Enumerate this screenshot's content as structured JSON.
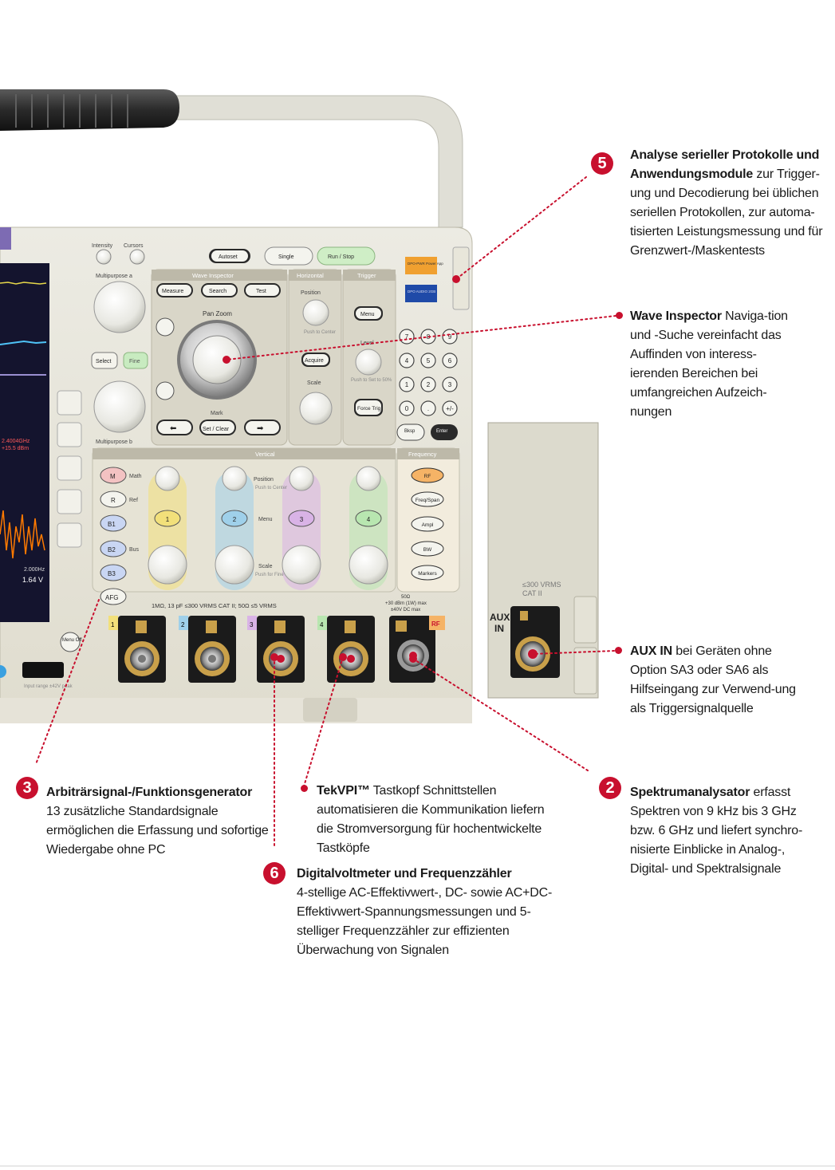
{
  "callouts": {
    "c5": {
      "number": "5",
      "bold": "Analyse serieller Protokolle und Anwendungsmodule",
      "text": " zur Trigger-ung und Decodierung bei üblichen seriellen Protokollen, zur automa-tisierten Leistungsmessung und für Grenzwert-/Maskentests"
    },
    "wave": {
      "bold": "Wave Inspector",
      "text": " Naviga-tion und -Suche vereinfacht das Auffinden von interess-ierenden Bereichen bei umfangreichen Aufzeich-nungen"
    },
    "aux": {
      "bold": "AUX IN",
      "text": " bei Geräten ohne Option SA3 oder SA6 als Hilfseingang zur Verwend-ung als Triggersignalquelle"
    },
    "c3": {
      "number": "3",
      "bold": "Arbiträrsignal-/Funktionsgenerator",
      "text": "13 zusätzliche Standardsignale ermöglichen die Erfassung und sofortige Wiedergabe ohne PC"
    },
    "tekvpi": {
      "bold": "TekVPI™",
      "text": " Tastkopf Schnittstellen automatisieren die Kommunikation liefern die Stromversorgung für hochentwickelte Tastköpfe"
    },
    "c2": {
      "number": "2",
      "bold": "Spektrumanalysator",
      "text": " erfasst Spektren von 9 kHz bis 3 GHz bzw. 6 GHz und liefert synchro-nisierte Einblicke in Analog-, Digital- und Spektralsignale"
    },
    "c6": {
      "number": "6",
      "bold": "Digitalvoltmeter und Frequenzzähler",
      "text": "4-stellige AC-Effektivwert-, DC- sowie AC+DC-Effektivwert-Spannungsmessungen und 5-stelliger Frequenzzähler zur effizienten Überwachung von Signalen"
    }
  },
  "panel": {
    "top_left": [
      "Intensity",
      "Cursors"
    ],
    "multipurpose_a": "Multipurpose a",
    "multipurpose_b": "Multipurpose b",
    "buttons_top": [
      "Autoset",
      "Single",
      "Run / Stop"
    ],
    "section_wave_inspector": "Wave Inspector",
    "section_horizontal": "Horizontal",
    "section_trigger": "Trigger",
    "section_vertical": "Vertical",
    "section_frequency": "Frequency",
    "wi_buttons": [
      "Measure",
      "Search",
      "Test"
    ],
    "pan_zoom": "Pan Zoom",
    "select": "Select",
    "fine": "Fine",
    "mark": "Mark",
    "set_clear": "Set / Clear",
    "position": "Position",
    "push_to_center": "Push to Center",
    "acquire": "Acquire",
    "scale": "Scale",
    "menu": "Menu",
    "level": "Level",
    "push_to_set": "Push to Set to 50%",
    "force_trig": "Force Trig",
    "module_1": "DPO-PWR Power App",
    "module_2": "DPO AUDIO 2GB",
    "keypad": [
      "7",
      "8",
      "9",
      "4",
      "5",
      "6",
      "1",
      "2",
      "3",
      "0",
      ".",
      "+/-"
    ],
    "keypad_extra": [
      "Bksp",
      "Enter"
    ],
    "math_buttons": [
      "M",
      "R",
      "B1",
      "B2",
      "B3"
    ],
    "math_labels": [
      "Math",
      "Ref",
      "Bus"
    ],
    "channels": [
      "1",
      "2",
      "3",
      "4"
    ],
    "vertical_labels": [
      "Position",
      "Push to Center",
      "Menu",
      "Scale",
      "Push for Fine"
    ],
    "freq_buttons": [
      "RF",
      "Freq/Span",
      "Ampl",
      "BW",
      "Markers"
    ],
    "afg": "AFG",
    "menu_off": "Menu Off",
    "spec_line": "1MΩ, 13 pF ≤300 VRMS CAT II; 50Ω ≤5 VRMS",
    "rf_spec": [
      "50Ω",
      "+30 dBm (1W) max",
      "±40V DC max"
    ],
    "aux_spec": [
      "≤300 VRMS",
      "CAT II"
    ],
    "aux_label": [
      "AUX",
      "IN"
    ],
    "rf_label": "RF",
    "screen_readout": [
      "2.000Hz",
      "1.64 V"
    ],
    "screen_red": [
      "2.4004GHz",
      "+15.5 dBm"
    ],
    "input_range": "Input range ±42V peak"
  },
  "colors": {
    "accent_red": "#c8102e",
    "panel": "#e6e3d6",
    "ch1": "#f2e07a",
    "ch2": "#9fd0ea",
    "ch3": "#d9b3e6",
    "ch4": "#b8e6b0",
    "freq_orange": "#f5b366"
  }
}
